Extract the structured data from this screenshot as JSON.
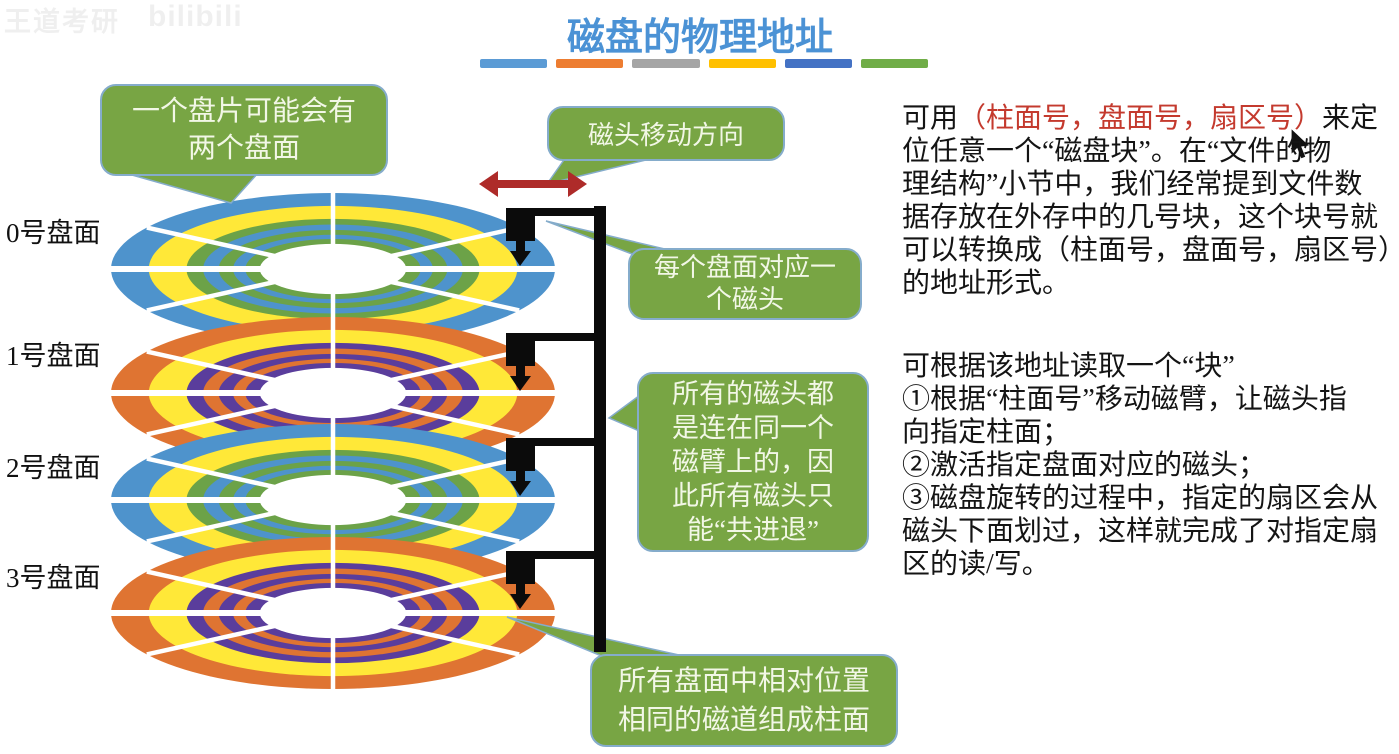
{
  "watermark": {
    "left": "王道考研",
    "right": "bilibili"
  },
  "title": {
    "text": "磁盘的物理地址",
    "underline_colors": [
      "#5B9BD5",
      "#ED7D31",
      "#A5A5A5",
      "#FFC000",
      "#4472C4",
      "#70AD47"
    ]
  },
  "palette": {
    "blue": "#4E93CC",
    "yellow": "#FFE838",
    "green": "#6CA248",
    "orange": "#DF7432",
    "purple": "#5A3D9C",
    "callout_green": "#78A544",
    "callout_border": "#85ACCB",
    "arrow_red": "#AE2B29",
    "title_blue": "#4B92D5",
    "red_text": "#C43A2E"
  },
  "disks": [
    {
      "label": "0号盘面",
      "scheme": "cool"
    },
    {
      "label": "1号盘面",
      "scheme": "warm"
    },
    {
      "label": "2号盘面",
      "scheme": "cool"
    },
    {
      "label": "3号盘面",
      "scheme": "warm"
    }
  ],
  "schemes": {
    "cool": [
      "blue",
      "yellow",
      "green",
      "blue",
      "green",
      "blue",
      "green"
    ],
    "warm": [
      "orange",
      "yellow",
      "purple",
      "orange",
      "purple",
      "orange",
      "purple"
    ]
  },
  "ring_fractions": [
    1.0,
    0.83,
    0.66,
    0.585,
    0.515,
    0.45,
    0.395,
    0.33
  ],
  "callouts": {
    "platter_sides": {
      "lines": [
        "一个盘片可能会有",
        "两个盘面"
      ]
    },
    "head_direction": {
      "lines": [
        "磁头移动方向"
      ]
    },
    "head_per_surface": {
      "lines": [
        "每个盘面对应一",
        "个磁头"
      ]
    },
    "heads_move_together": {
      "lines": [
        "所有的磁头都",
        "是连在同一个",
        "磁臂上的，因",
        "此所有磁头只",
        "能“共进退”"
      ]
    },
    "cylinder": {
      "lines": [
        "所有盘面中相对位置",
        "相同的磁道组成柱面"
      ]
    }
  },
  "right_panel": {
    "para1": {
      "prefix": "可用",
      "red": "（柱面号，盘面号，扇区号）",
      "suffix": "来定",
      "lines": [
        "位任意一个“磁盘块”。在“文件的物",
        "理结构”小节中，我们经常提到文件数",
        "据存放在外存中的几号块，这个块号就",
        "可以转换成（柱面号，盘面号，扇区号）",
        "的地址形式。"
      ]
    },
    "para2": {
      "lines": [
        "可根据该地址读取一个“块”",
        "①根据“柱面号”移动磁臂，让磁头指",
        "向指定柱面；",
        "②激活指定盘面对应的磁头；",
        "③磁盘旋转的过程中，指定的扇区会从",
        "磁头下面划过，这样就完成了对指定扇",
        "区的读/写。"
      ]
    }
  }
}
